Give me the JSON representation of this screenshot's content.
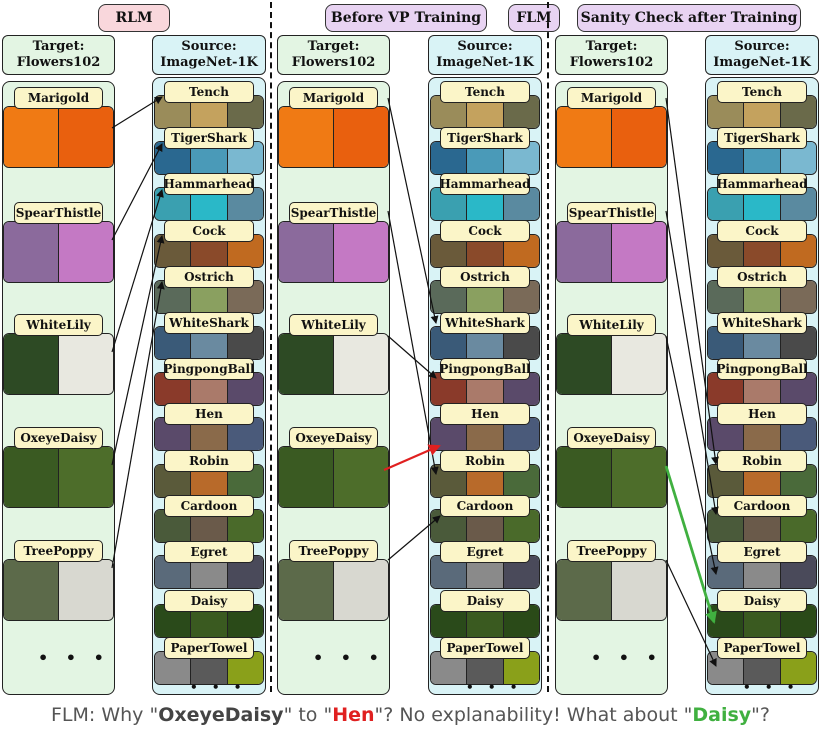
{
  "labels": {
    "rlm": "RLM",
    "before_vp": "Before VP Training",
    "flm": "FLM",
    "sanity": "Sanity Check after Training"
  },
  "headers": {
    "target_line1": "Target:",
    "target_line2": "Flowers102",
    "source_line1": "Source:",
    "source_line2": "ImageNet-1K"
  },
  "target_classes": [
    "Marigold",
    "SpearThistle",
    "WhiteLily",
    "OxeyeDaisy",
    "TreePoppy"
  ],
  "source_classes": [
    "Tench",
    "TigerShark",
    "Hammarhead",
    "Cock",
    "Ostrich",
    "WhiteShark",
    "PingpongBall",
    "Hen",
    "Robin",
    "Cardoon",
    "Egret",
    "Daisy",
    "PaperTowel"
  ],
  "ellipsis": "• • •",
  "caption": {
    "p1": "FLM: Why \"",
    "t1": "OxeyeDaisy",
    "p2": "\" to \"",
    "t2": "Hen",
    "p3": "\"? No explanability! What about \"",
    "t3": "Daisy",
    "p4": "\"?"
  },
  "colors": {
    "target_bg": "#e3f5e3",
    "source_bg": "#d9f3f6",
    "label_bg": "#fbf5c8",
    "red_arrow": "#e02020",
    "green_arrow": "#40b040"
  }
}
